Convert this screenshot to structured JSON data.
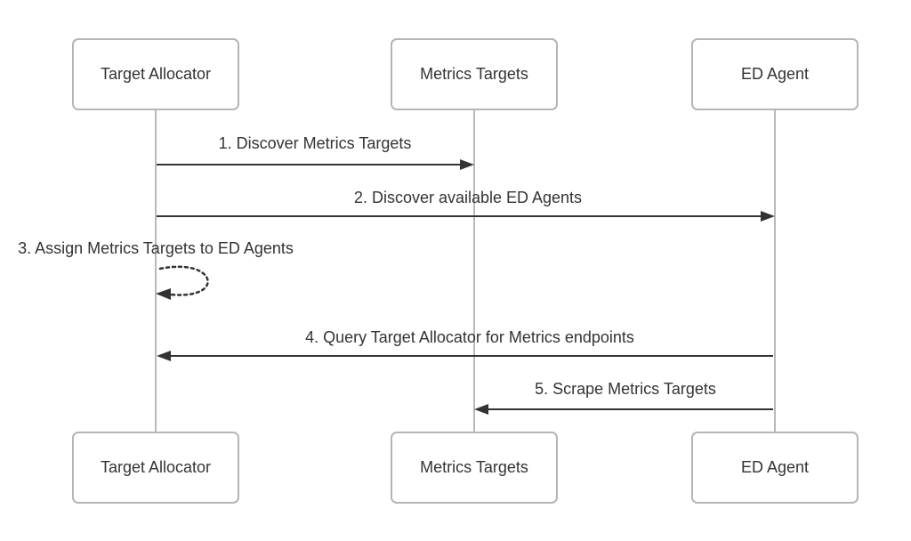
{
  "diagram": {
    "kind": "sequence-diagram",
    "background_color": "#ffffff",
    "arrow_color": "#333333",
    "lifeline_color": "#b9b9b9",
    "actor_border_color": "#b5b5b5",
    "actor_fill_color": "#ffffff",
    "text_color": "#333333"
  },
  "actors": [
    {
      "id": "target-allocator",
      "label": "Target Allocator"
    },
    {
      "id": "metrics-targets",
      "label": "Metrics Targets"
    },
    {
      "id": "ed-agent",
      "label": "ED Agent"
    }
  ],
  "messages": [
    {
      "seq": 1,
      "label": "1. Discover Metrics Targets",
      "from": "Target Allocator",
      "to": "Metrics Targets",
      "line_style": "solid"
    },
    {
      "seq": 2,
      "label": "2. Discover available ED Agents",
      "from": "Target Allocator",
      "to": "ED Agent",
      "line_style": "solid"
    },
    {
      "seq": 3,
      "label": "3. Assign Metrics Targets to ED Agents",
      "from": "Target Allocator",
      "to": "Target Allocator",
      "line_style": "dotted-self-loop"
    },
    {
      "seq": 4,
      "label": "4. Query Target Allocator for Metrics endpoints",
      "from": "ED Agent",
      "to": "Target Allocator",
      "line_style": "solid"
    },
    {
      "seq": 5,
      "label": "5. Scrape Metrics Targets",
      "from": "ED Agent",
      "to": "Metrics Targets",
      "line_style": "solid"
    }
  ]
}
